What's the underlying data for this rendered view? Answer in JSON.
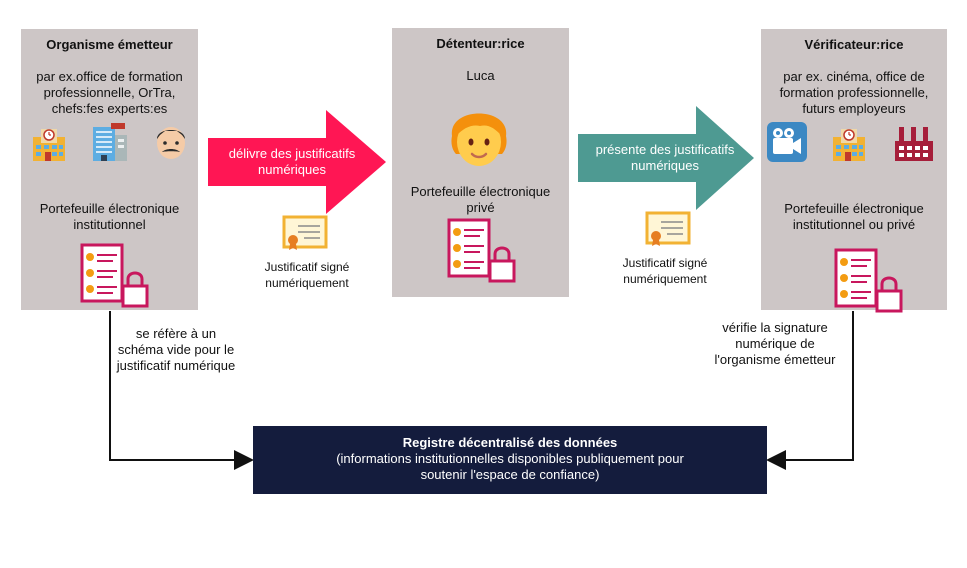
{
  "issuer": {
    "title": "Organisme émetteur",
    "examples": "par ex.office de formation professionnelle, OrTra, chefs:fes experts:es",
    "wallet": "Portefeuille électronique institutionnel"
  },
  "holder": {
    "title": "Détenteur:rice",
    "name": "Luca",
    "wallet": "Portefeuille électronique privé"
  },
  "verifier": {
    "title": "Vérificateur:rice",
    "examples": "par ex. cinéma, office de formation professionnelle, futurs employeurs",
    "wallet": "Portefeuille électronique institutionnel ou privé"
  },
  "arrows": {
    "issue_label": "délivre des justificatifs numériques",
    "present_label": "présente des justificatifs numériques"
  },
  "credential": {
    "caption_left": "Justificatif signé numériquement",
    "caption_right": "Justificatif signé numériquement"
  },
  "links": {
    "issuer_registry": "se réfère à un schéma vide pour le justificatif numérique",
    "verifier_registry": "vérifie la signature numérique de l'organisme émetteur"
  },
  "registry": {
    "title": "Registre décentralisé des données",
    "subtitle": "(informations institutionnelles disponibles publiquement pour soutenir l'espace de confiance)"
  },
  "colors": {
    "panel": "#cdc6c6",
    "issue_arrow": "#ff1654",
    "present_arrow": "#4e9a92",
    "registry": "#141c3d",
    "wallet_accent": "#c8175d"
  },
  "icons": {
    "issuer": [
      "school-building-icon",
      "office-building-icon",
      "expert-face-icon"
    ],
    "holder": [
      "person-face-icon"
    ],
    "verifier": [
      "movie-camera-icon",
      "school-building-icon",
      "factory-icon"
    ],
    "wallet": "wallet-lock-icon",
    "credential": "certificate-icon"
  }
}
